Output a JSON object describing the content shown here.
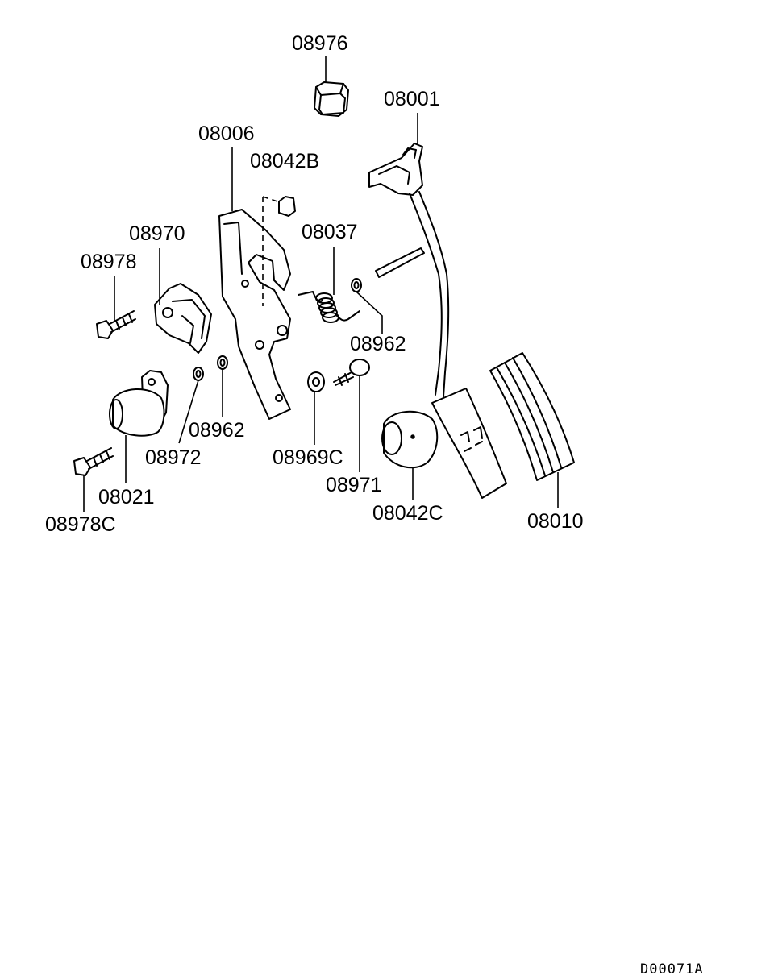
{
  "diagram": {
    "labels": {
      "p08976": "08976",
      "p08001": "08001",
      "p08006": "08006",
      "p08042B": "08042B",
      "p08970": "08970",
      "p08037": "08037",
      "p08978": "08978",
      "p08962a": "08962",
      "p08962b": "08962",
      "p08972": "08972",
      "p08969C": "08969C",
      "p08021": "08021",
      "p08971": "08971",
      "p08042C": "08042C",
      "p08010": "08010",
      "p08978C": "08978C"
    },
    "drawing_code": "D00071A"
  }
}
